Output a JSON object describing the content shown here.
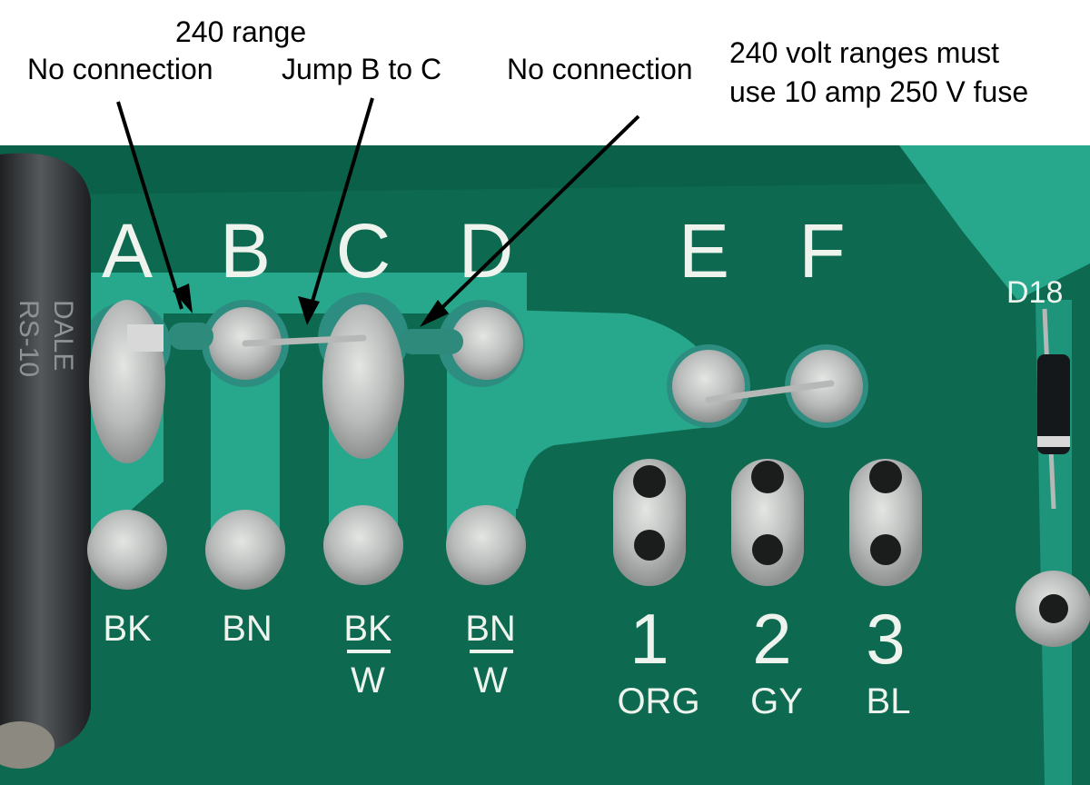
{
  "callouts": {
    "range": "240 range",
    "no_connection_left": "No connection",
    "jump": "Jump B to C",
    "no_connection_right": "No connection",
    "fuse_line1": "240 volt ranges must",
    "fuse_line2": "use 10 amp 250 V fuse"
  },
  "board": {
    "terminal_letters": [
      "A",
      "B",
      "C",
      "D",
      "E",
      "F"
    ],
    "wire_colors": {
      "a": "BK",
      "b": "BN",
      "c_top": "BK",
      "c_bottom": "W",
      "d_top": "BN",
      "d_bottom": "W"
    },
    "numbers": [
      "1",
      "2",
      "3"
    ],
    "number_labels": [
      "ORG",
      "GY",
      "BL"
    ],
    "resistor_lines": [
      "DALE",
      "RS-10"
    ],
    "diode_label": "D18"
  },
  "colors": {
    "board": "#0d6a50",
    "trace": "#27a88c",
    "solder": "#c2c4c2",
    "silkscreen": "#eef3ee",
    "mask": "#2d8d80",
    "resistor": "#3a3d40"
  }
}
